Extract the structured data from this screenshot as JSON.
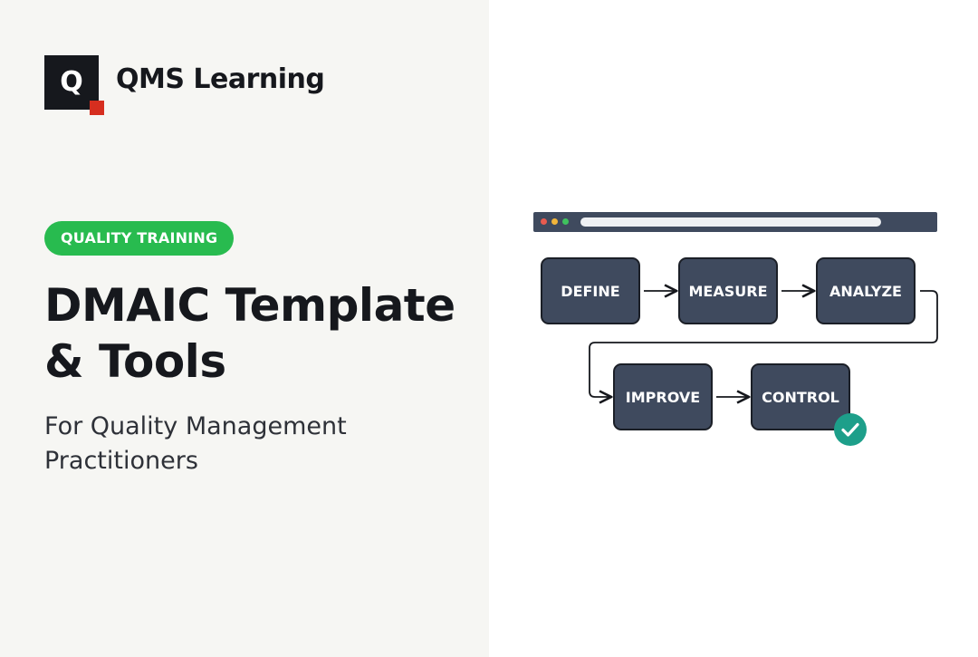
{
  "brand": {
    "logo_letter": "Q",
    "name": "QMS Learning"
  },
  "badge": {
    "label": "QUALITY TRAINING"
  },
  "hero": {
    "title_line1": "DMAIC Template",
    "title_line2": "& Tools",
    "subtitle_line1": "For Quality Management",
    "subtitle_line2": "Practitioners"
  },
  "diagram": {
    "steps": [
      {
        "label": "DEFINE"
      },
      {
        "label": "MEASURE"
      },
      {
        "label": "ANALYZE"
      },
      {
        "label": "IMPROVE"
      },
      {
        "label": "CONTROL",
        "completed": true
      }
    ]
  },
  "colors": {
    "background_left": "#f6f6f3",
    "badge": "#28bb4f",
    "step_fill": "#3f4a5e",
    "logo_accent": "#d62e1f",
    "check_badge": "#1d9f8a"
  },
  "icons": {
    "logo": "q-logo-icon",
    "completed": "checkmark-icon"
  }
}
